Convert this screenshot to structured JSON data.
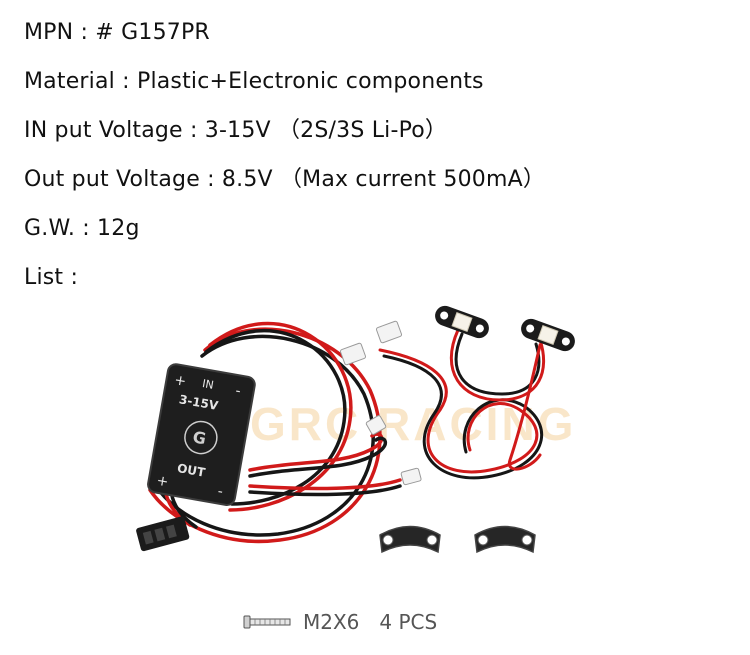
{
  "specs": [
    {
      "text": "MPN : # G157PR"
    },
    {
      "text": "Material : Plastic+Electronic components"
    },
    {
      "text": "IN put Voltage : 3-15V （2S/3S Li-Po）"
    },
    {
      "text": "Out put Voltage : 8.5V （Max current 500mA）"
    },
    {
      "text": "G.W. : 12g"
    },
    {
      "text": "List :"
    }
  ],
  "module": {
    "input_label": "3-15V",
    "output_label": "OUT",
    "in_label": "IN",
    "plus": "+",
    "minus": "-"
  },
  "watermark": "GRC RACING",
  "screws": {
    "size": "M2X6",
    "count": "4 PCS",
    "icon": "screw-icon"
  },
  "colors": {
    "wire_red": "#d11a1a",
    "wire_black": "#161616",
    "led_white": "#f6f2e8"
  }
}
